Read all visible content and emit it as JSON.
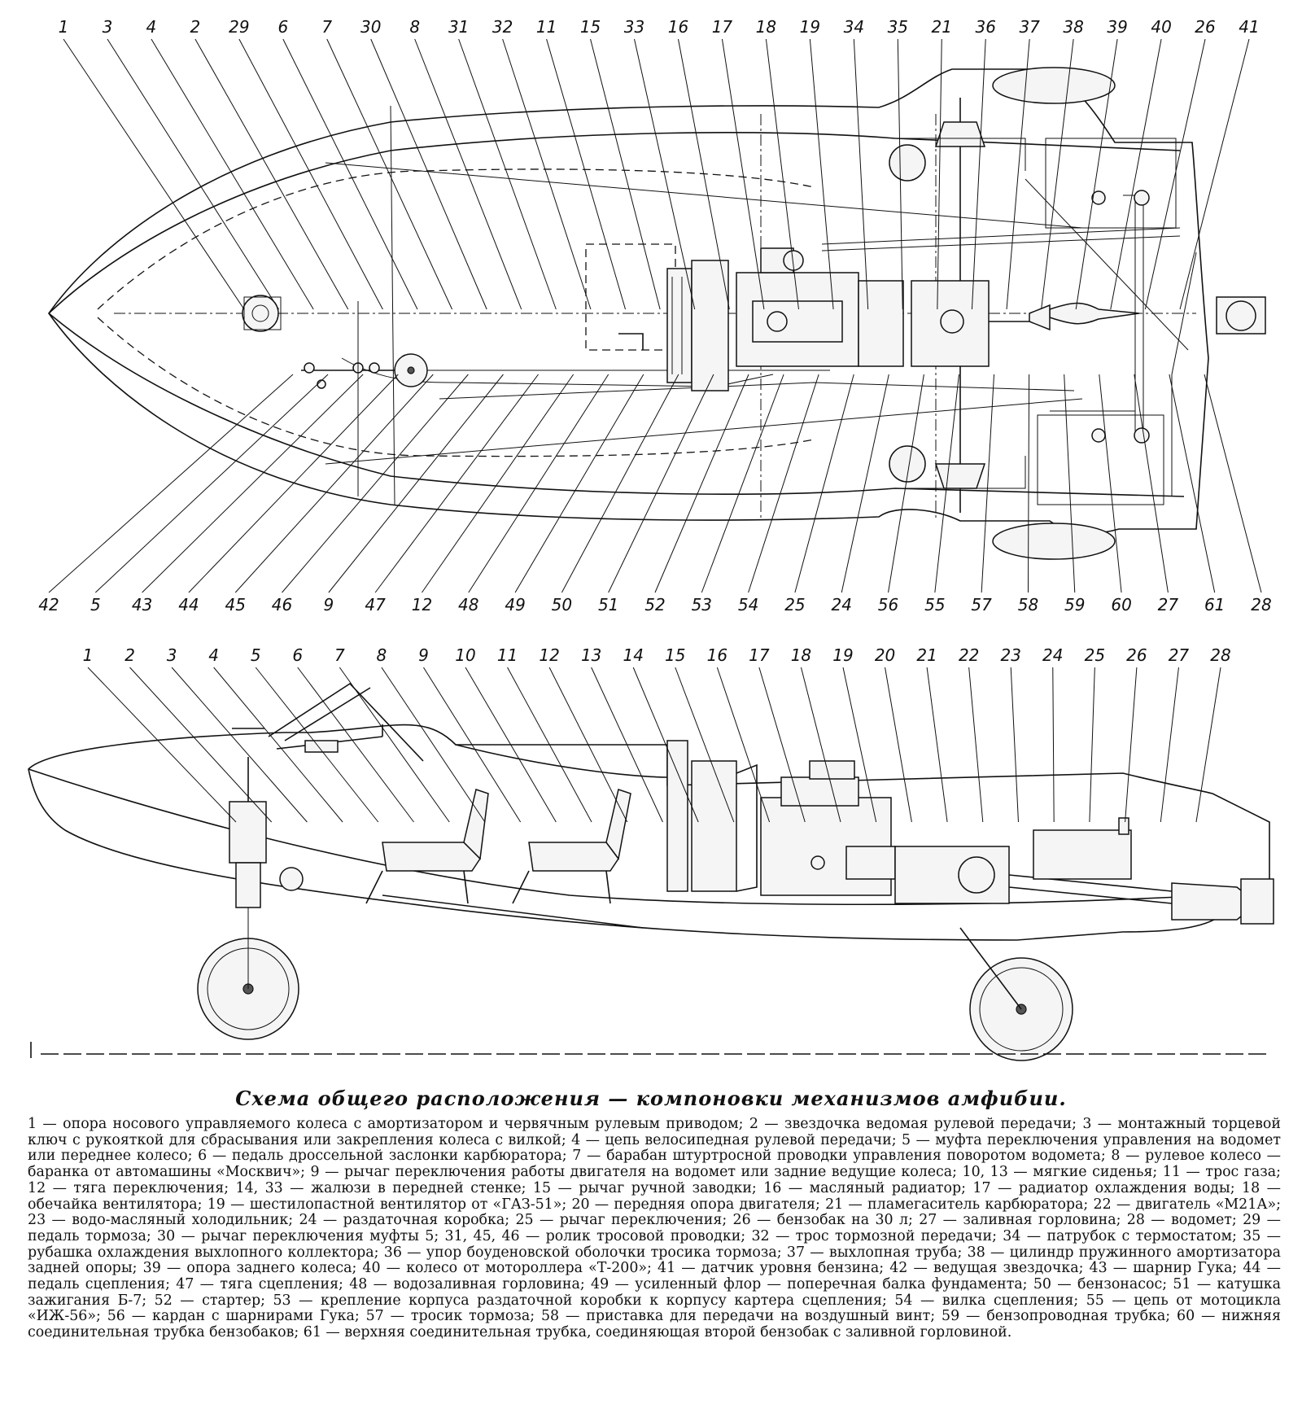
{
  "plan_view": {
    "top_callouts": [
      "1",
      "3",
      "4",
      "2",
      "29",
      "6",
      "7",
      "30",
      "8",
      "31",
      "32",
      "11",
      "15",
      "33",
      "16",
      "17",
      "18",
      "19",
      "34",
      "35",
      "21",
      "36",
      "37",
      "38",
      "39",
      "40",
      "26",
      "41"
    ],
    "bottom_callouts": [
      "42",
      "5",
      "43",
      "44",
      "45",
      "46",
      "9",
      "47",
      "12",
      "48",
      "49",
      "50",
      "51",
      "52",
      "53",
      "54",
      "25",
      "24",
      "56",
      "55",
      "57",
      "58",
      "59",
      "60",
      "27",
      "61",
      "28"
    ]
  },
  "side_view": {
    "top_callouts": [
      "1",
      "2",
      "3",
      "4",
      "5",
      "6",
      "7",
      "8",
      "9",
      "10",
      "11",
      "12",
      "13",
      "14",
      "15",
      "16",
      "17",
      "18",
      "19",
      "20",
      "21",
      "22",
      "23",
      "24",
      "25",
      "26",
      "27",
      "28"
    ]
  },
  "caption": "Схема общего расположения — компоновки механизмов амфибии.",
  "legend": "1 — опора носового управляемого колеса с амортизатором и червячным рулевым приводом; 2 — звездочка ведомая рулевой передачи; 3 — монтажный торцевой ключ с рукояткой для сбрасывания или закрепления колеса с вилкой; 4 — цепь велосипедная рулевой передачи; 5 — муфта переключения управления на водомет или переднее колесо; 6 — педаль дроссельной заслонки карбюратора; 7 — барабан штуртросной проводки управления поворотом водомета; 8 — рулевое колесо — баранка от автомашины «Москвич»; 9 — рычаг переключения работы двигателя на водомет или задние ведущие колеса; 10, 13 — мягкие сиденья; 11 — трос газа; 12 — тяга переключения; 14, 33 — жалюзи в передней стенке; 15 — рычаг ручной заводки; 16 — масляный радиатор; 17 — радиатор охлаждения воды; 18 — обечайка вентилятора; 19 — шестилопастной вентилятор от «ГАЗ-51»; 20 — передняя опора двигателя; 21 — пламегаситель карбюратора; 22 — двигатель «М21А»; 23 — водо-масляный холодильник; 24 — раздаточная коробка; 25 — рычаг переключения; 26 — бензобак на 30 л; 27 — заливная горловина; 28 — водомет; 29 — педаль тормоза; 30 — рычаг переключения муфты 5; 31, 45, 46 — ролик тросовой проводки; 32 — трос тормозной передачи; 34 — патрубок с термостатом; 35 — рубашка охлаждения выхлопного коллектора; 36 — упор боуденовской оболочки тросика тормоза; 37 — выхлопная труба; 38 — цилиндр пружинного амортизатора задней опоры; 39 — опора заднего колеса; 40 — колесо от мотороллера «Т-200»; 41 — датчик уровня бензина; 42 — ведущая звездочка; 43 — шарнир Гука; 44 — педаль сцепления; 47 — тяга сцепления; 48 — водозаливная горловина; 49 — усиленный флор — поперечная балка фундамента; 50 — бензонасос; 51 — катушка зажигания Б-7; 52 — стартер; 53 — крепление корпуса раздаточной коробки к корпусу картера сцепления; 54 — вилка сцепления; 55 — цепь от мотоцикла «ИЖ-56»; 56 — кардан с шарнирами Гука; 57 — тросик тормоза; 58 — приставка для передачи на воздушный винт; 59 — бензопроводная трубка; 60 — нижняя соединительная трубка бензобаков; 61 — верхняя соединительная трубка, соединяющая второй бензобак с заливной горловиной."
}
